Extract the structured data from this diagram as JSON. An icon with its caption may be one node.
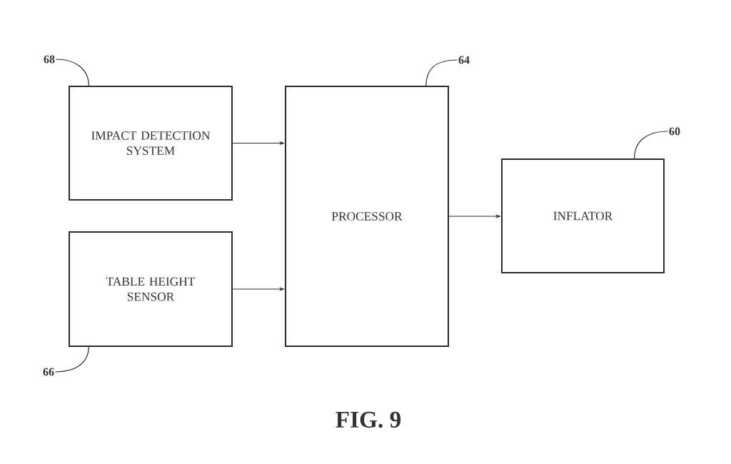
{
  "diagram": {
    "caption": "FIG. 9",
    "nodes": [
      {
        "text": [
          "IMPACT DETECTION SYSTEM"
        ]
      },
      {
        "text": [
          "TABLE HEIGHT SENSOR"
        ]
      },
      {
        "text": [
          "PROCESSOR"
        ]
      },
      {
        "text": [
          "INFLATOR"
        ]
      },
      {
        "text": [
          "68"
        ]
      },
      {
        "text": [
          "64"
        ]
      },
      {
        "text": [
          "60"
        ]
      },
      {
        "text": [
          "66"
        ]
      }
    ],
    "edges": [
      {
        "from": 0,
        "to": 2,
        "arrow": "to"
      },
      {
        "from": 1,
        "to": 2,
        "arrow": "to"
      },
      {
        "from": 2,
        "to": 3,
        "arrow": "to"
      },
      {
        "from": 4,
        "to": 0,
        "arrow": "none"
      },
      {
        "from": 5,
        "to": 2,
        "arrow": "none"
      },
      {
        "from": 6,
        "to": 3,
        "arrow": "none"
      },
      {
        "from": 7,
        "to": 1,
        "arrow": "none"
      }
    ]
  }
}
